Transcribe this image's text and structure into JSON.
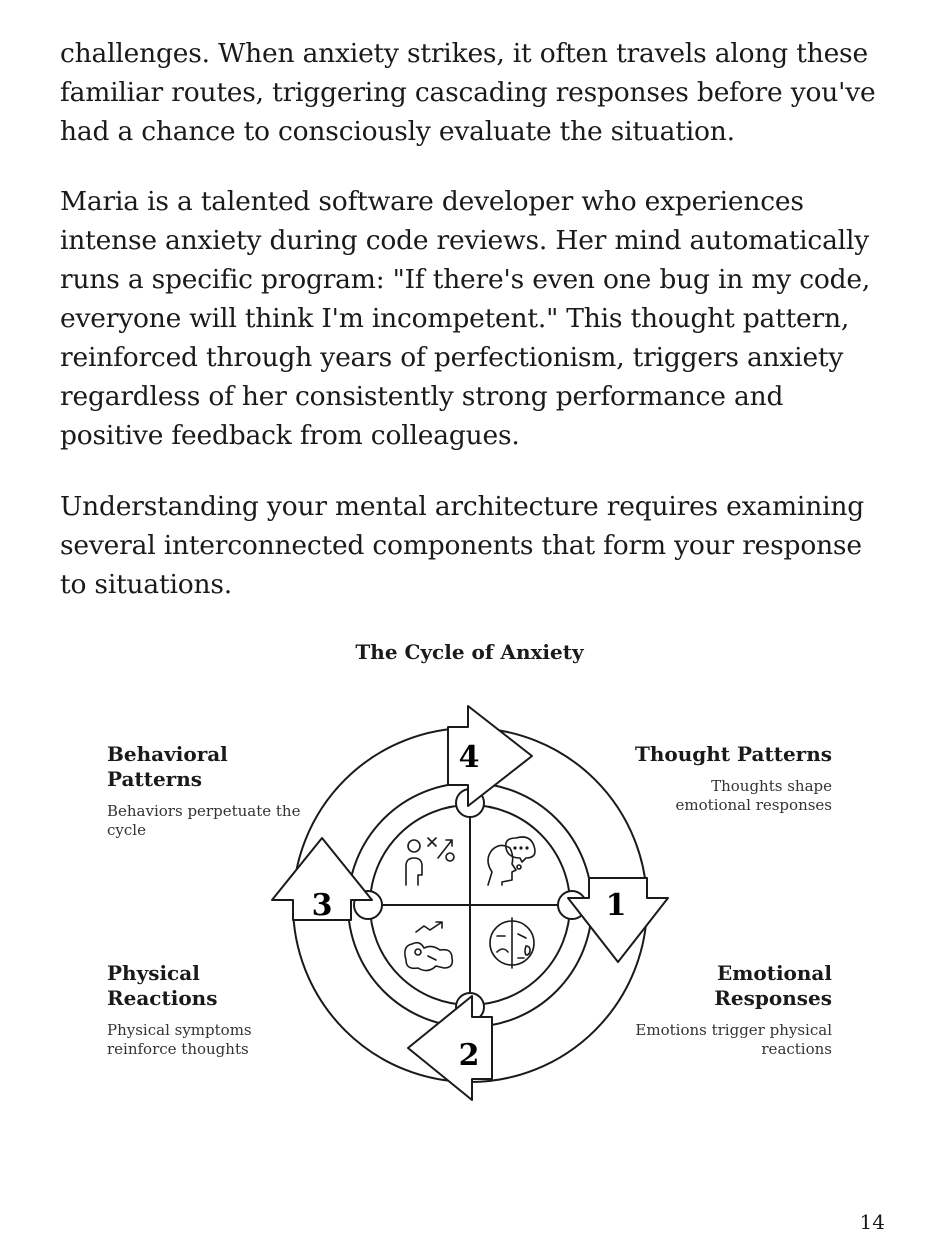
{
  "paragraphs": [
    "challenges. When anxiety strikes, it often travels along these familiar routes, triggering cascading responses before you've had a chance to consciously evaluate the situation.",
    "Maria is a talented software developer who experiences intense anxiety during code reviews. Her mind automatically runs a specific program: \"If there's even one bug in my code, everyone will think I'm incompetent.\" This thought pattern, reinforced through years of perfectionism, triggers anxiety regardless of her consistently strong performance and positive feedback from colleagues.",
    "Understanding your mental architecture requires examining several interconnected components that form your response to situations."
  ],
  "figure": {
    "title": "The Cycle of Anxiety",
    "stages": [
      {
        "number": "1",
        "title": "Thought Patterns",
        "description": "Thoughts shape emotional responses",
        "icon": "thinking-head-icon"
      },
      {
        "number": "2",
        "title": "Emotional Responses",
        "description": "Emotions trigger physical reactions",
        "icon": "emotion-face-icon"
      },
      {
        "number": "3",
        "title": "Physical Reactions",
        "description": "Physical symptoms reinforce thoughts",
        "icon": "physical-stress-icon"
      },
      {
        "number": "4",
        "title": "Behavioral Patterns",
        "description": "Behaviors perpetuate the cycle",
        "icon": "behavior-strategy-icon"
      }
    ]
  },
  "page_number": "14"
}
